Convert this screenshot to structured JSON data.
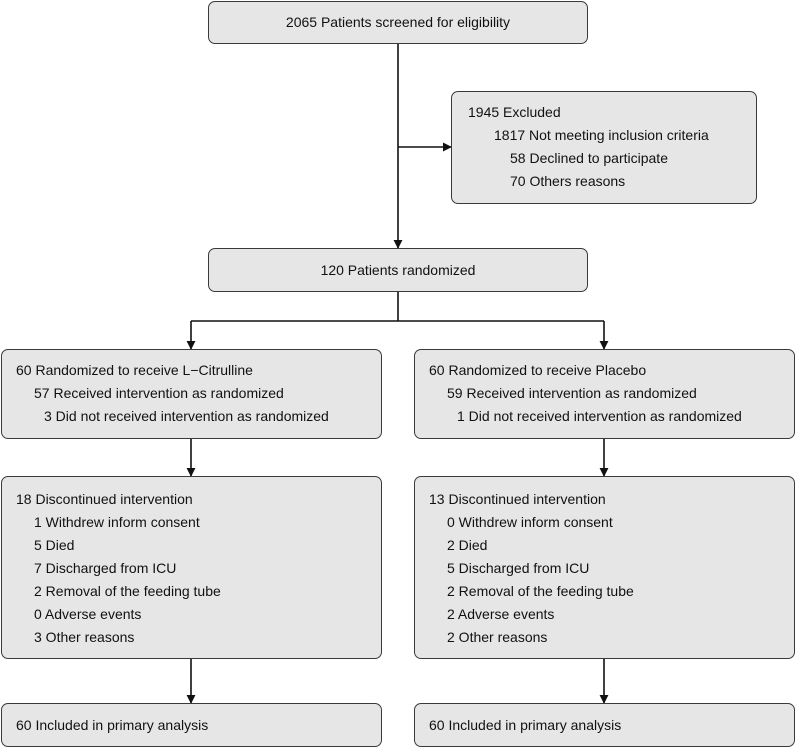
{
  "screening": {
    "text": "2065 Patients screened for eligibility"
  },
  "excluded": {
    "title": "1945 Excluded",
    "items": [
      "1817 Not meeting inclusion criteria",
      "58 Declined to participate",
      "70 Others reasons"
    ]
  },
  "randomized": {
    "text": "120 Patients randomized"
  },
  "arms": [
    {
      "allocation": {
        "title": "60 Randomized to receive L−Citrulline",
        "items": [
          "57 Received intervention as randomized",
          "3 Did not received intervention as randomized"
        ]
      },
      "discontinued": {
        "title": "18 Discontinued intervention",
        "items": [
          "1 Withdrew inform consent",
          "5 Died",
          "7 Discharged from ICU",
          "2 Removal of the feeding tube",
          "0 Adverse events",
          "3 Other reasons"
        ]
      },
      "analysis": {
        "text": "60 Included in primary analysis"
      }
    },
    {
      "allocation": {
        "title": "60 Randomized to receive Placebo",
        "items": [
          "59 Received intervention as randomized",
          "1 Did not received intervention as randomized"
        ]
      },
      "discontinued": {
        "title": "13 Discontinued intervention",
        "items": [
          "0 Withdrew inform consent",
          "2 Died",
          "5 Discharged from ICU",
          "2 Removal of the feeding tube",
          "2 Adverse events",
          "2 Other reasons"
        ]
      },
      "analysis": {
        "text": "60 Included in primary analysis"
      }
    }
  ]
}
